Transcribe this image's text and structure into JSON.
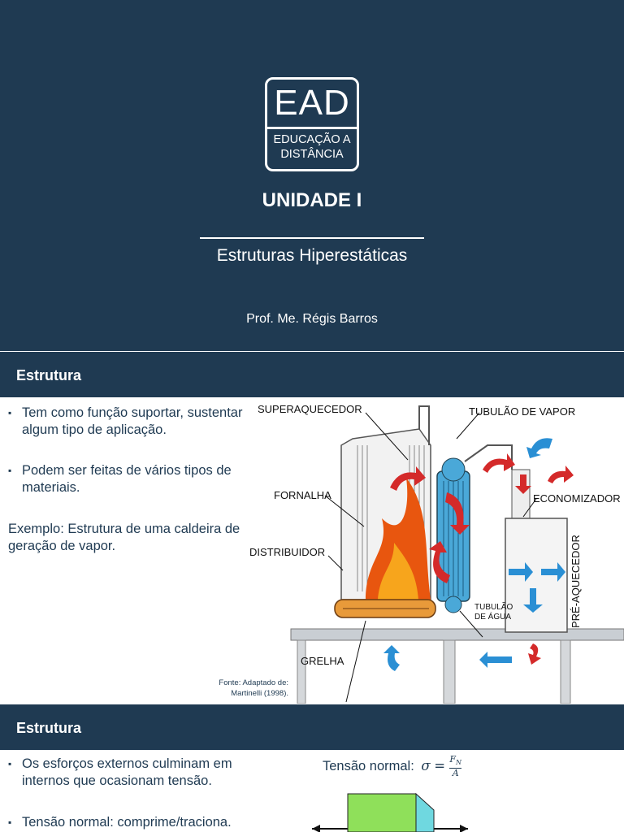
{
  "slide1": {
    "logo_big": "EAD",
    "logo_line1": "EDUCAÇÃO A",
    "logo_line2": "DISTÂNCIA",
    "title": "UNIDADE I",
    "subtitle": "Estruturas Hiperestáticas",
    "author": "Prof. Me. Régis Barros"
  },
  "slide2": {
    "header": "Estrutura",
    "bullets": [
      "Tem como função suportar, sustentar algum tipo de aplicação.",
      "Podem ser feitas de vários tipos de materiais."
    ],
    "example": "Exemplo: Estrutura de uma caldeira de geração de vapor.",
    "diagram_labels": {
      "superaquecedor": "SUPERAQUECEDOR",
      "tubulacao_vapor": "TUBULÃO DE VAPOR",
      "fornalha": "FORNALHA",
      "economizador": "ECONOMIZADOR",
      "distribuidor": "DISTRIBUIDOR",
      "pre_aquecedor": "PRÉ-AQUECEDOR",
      "tubulao_agua_1": "TUBULÃO",
      "tubulao_agua_2": "DE ÁGUA",
      "grelha": "GRELHA"
    },
    "source_line1": "Fonte: Adaptado de:",
    "source_line2": "Martinelli (1998).",
    "colors": {
      "header_bg": "#1f3a52",
      "flame": "#e8560f",
      "water_tube": "#4aa8d8",
      "arrow_red": "#d42a2a",
      "arrow_blue": "#2a8fd4"
    }
  },
  "slide3": {
    "header": "Estrutura",
    "bullets": [
      "Os esforços externos culminam em internos que ocasionam tensão.",
      "Tensão normal: comprime/traciona."
    ],
    "formula_label": "Tensão normal:",
    "formula_lhs": "σ",
    "formula_num": "F",
    "formula_num_sub": "N",
    "formula_den": "A",
    "colors": {
      "block_front": "#8fe05a",
      "block_side": "#6fd8e0"
    }
  }
}
